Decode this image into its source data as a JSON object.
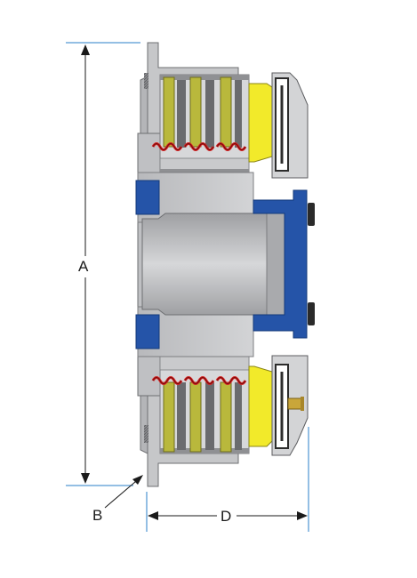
{
  "dimension_labels": {
    "a": "A",
    "b": "B",
    "d": "D"
  },
  "colors": {
    "housing_grey": "#c4c5c7",
    "housing_dark": "#9a9b9e",
    "bore_grey": "#b6b7ba",
    "blue_part": "#2554a8",
    "yellow_plate": "#f2ea2a",
    "olive_disc": "#b9b83c",
    "spring_red": "#d82020",
    "brass_pin": "#c9a63a",
    "dimension_line": "#1a1a1a",
    "extension_line": "#2a7fc8"
  }
}
